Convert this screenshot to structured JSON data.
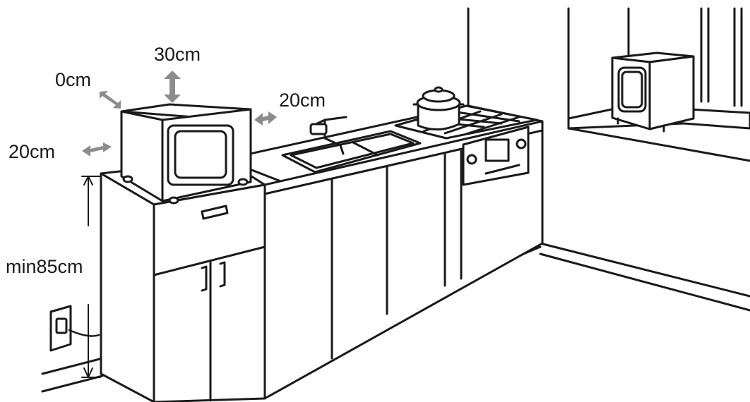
{
  "clearances": {
    "top": "30cm",
    "back": "0cm",
    "right": "20cm",
    "left": "20cm",
    "height": "min85cm"
  },
  "colors": {
    "line": "#1a1a1a",
    "arrow": "#8c8c8c",
    "fill": "#ffffff"
  }
}
